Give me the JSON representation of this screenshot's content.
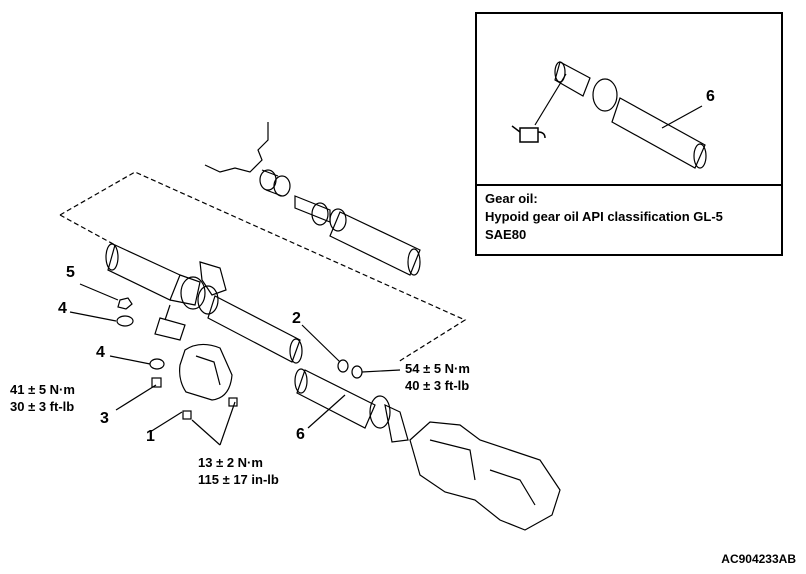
{
  "callouts": {
    "c1": "1",
    "c2": "2",
    "c3": "3",
    "c4a": "4",
    "c4b": "4",
    "c5": "5",
    "c6": "6",
    "inset6": "6"
  },
  "torque": {
    "t1_a": "41 ± 5 N·m",
    "t1_b": "30 ± 3 ft-lb",
    "t2_a": "54 ± 5 N·m",
    "t2_b": "40 ± 3 ft-lb",
    "t3_a": "13 ± 2 N·m",
    "t3_b": "115 ± 17 in-lb"
  },
  "inset": {
    "line1": "Gear oil:",
    "line2": "Hypoid gear oil API classification GL-5",
    "line3": "SAE80"
  },
  "figure_code": "AC904233AB",
  "icons": {
    "oil_can": "oil-can-icon"
  }
}
